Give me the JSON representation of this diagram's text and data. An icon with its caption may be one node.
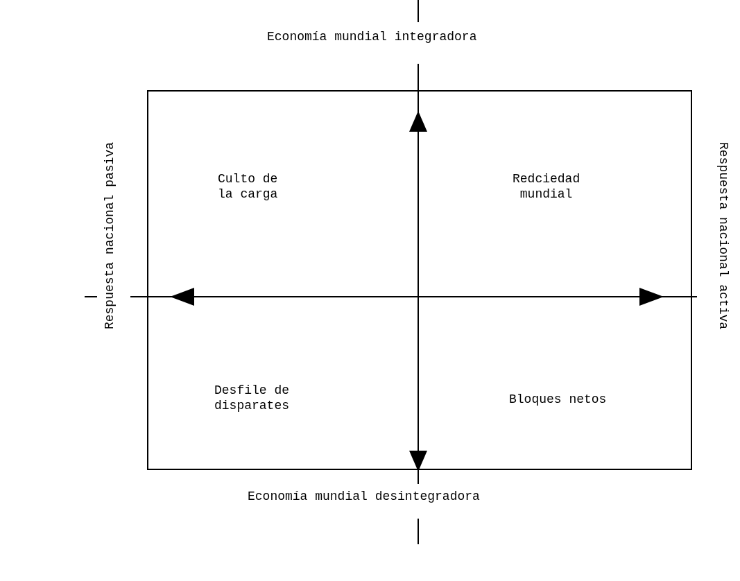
{
  "diagram": {
    "nodes": [
      {
        "text": [
          "Culto de la carga",
          "Redciedad mundial",
          "Desfile de disparates",
          "Bloques netos"
        ]
      }
    ],
    "labels": [
      "Economía mundial integradora",
      "Respuesta nacional pasiva",
      "Respuesta nacional activa",
      "Economía mundial desintegradora"
    ]
  }
}
